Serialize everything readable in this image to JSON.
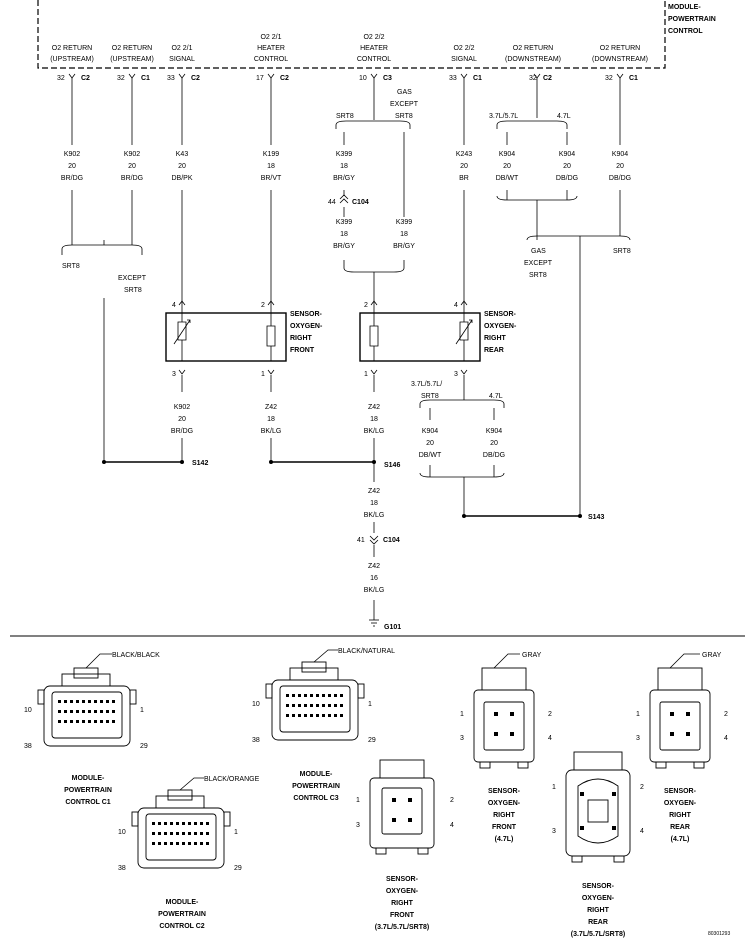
{
  "module_title": [
    "MODULE-",
    "POWERTRAIN",
    "CONTROL"
  ],
  "pins": [
    {
      "label": [
        "O2 RETURN",
        "(UPSTREAM)"
      ],
      "pin": "32",
      "conn": "C2",
      "wire": "K902",
      "gauge": "20",
      "color": "BR/DG"
    },
    {
      "label": [
        "O2 RETURN",
        "(UPSTREAM)"
      ],
      "pin": "32",
      "conn": "C1",
      "wire": "K902",
      "gauge": "20",
      "color": "BR/DG"
    },
    {
      "label": [
        "O2 2/1",
        "SIGNAL"
      ],
      "pin": "33",
      "conn": "C2",
      "wire": "K43",
      "gauge": "20",
      "color": "DB/PK"
    },
    {
      "label": [
        "O2 2/1",
        "HEATER",
        "CONTROL"
      ],
      "pin": "17",
      "conn": "C2",
      "wire": "K199",
      "gauge": "18",
      "color": "BR/VT"
    },
    {
      "label": [
        "O2 2/2",
        "HEATER",
        "CONTROL"
      ],
      "pin": "10",
      "conn": "C3"
    },
    {
      "label": [
        "O2 2/2",
        "SIGNAL"
      ],
      "pin": "33",
      "conn": "C1",
      "wire": "K243",
      "gauge": "20",
      "color": "BR"
    },
    {
      "label": [
        "O2 RETURN",
        "(DOWNSTREAM)"
      ],
      "pin": "32",
      "conn": "C2"
    },
    {
      "label": [
        "O2 RETURN",
        "(DOWNSTREAM)"
      ],
      "pin": "32",
      "conn": "C1",
      "wire": "K904",
      "gauge": "20",
      "color": "DB/DG"
    }
  ],
  "branch": {
    "srt8": "SRT8",
    "gas_except_srt8": [
      "GAS",
      "EXCEPT",
      "SRT8"
    ],
    "except_srt8": [
      "EXCEPT",
      "SRT8"
    ],
    "v3757": "3.7L/5.7L",
    "v47": "4.7L",
    "v375_srt8": [
      "3.7L/5.7L/",
      "SRT8"
    ]
  },
  "wires": {
    "k399_top_a": [
      "K399",
      "18",
      "BR/GY"
    ],
    "k399_low_a": [
      "K399",
      "18",
      "BR/GY"
    ],
    "k399_low_b": [
      "K399",
      "18",
      "BR/GY"
    ],
    "k904_dbwt": [
      "K904",
      "20",
      "DB/WT"
    ],
    "k904_dbdg": [
      "K904",
      "20",
      "DB/DG"
    ],
    "k902_low": [
      "K902",
      "20",
      "BR/DG"
    ],
    "z42_a": [
      "Z42",
      "18",
      "BK/LG"
    ],
    "z42_b": [
      "Z42",
      "18",
      "BK/LG"
    ],
    "z42_c": [
      "Z42",
      "18",
      "BK/LG"
    ],
    "z42_d": [
      "Z42",
      "16",
      "BK/LG"
    ],
    "k904_low_dbwt": [
      "K904",
      "20",
      "DB/WT"
    ],
    "k904_low_dbdg": [
      "K904",
      "20",
      "DB/DG"
    ]
  },
  "inline": {
    "c104a_pin": "44",
    "c104a": "C104",
    "c104b_pin": "41",
    "c104b": "C104"
  },
  "sensors": {
    "front_label": [
      "SENSOR-",
      "OXYGEN-",
      "RIGHT",
      "FRONT"
    ],
    "rear_label": [
      "SENSOR-",
      "OXYGEN-",
      "RIGHT",
      "REAR"
    ],
    "pin4": "4",
    "pin3": "3",
    "pin2": "2",
    "pin1": "1"
  },
  "splices": {
    "s142": "S142",
    "s146": "S146",
    "s143": "S143",
    "g101": "G101"
  },
  "connectors": [
    {
      "color": "BLACK/BLACK",
      "name": [
        "MODULE-",
        "POWERTRAIN",
        "CONTROL C1"
      ],
      "pins": [
        "10",
        "1",
        "38",
        "29"
      ]
    },
    {
      "color": "BLACK/ORANGE",
      "name": [
        "MODULE-",
        "POWERTRAIN",
        "CONTROL C2"
      ],
      "pins": [
        "10",
        "1",
        "38",
        "29"
      ]
    },
    {
      "color": "BLACK/NATURAL",
      "name": [
        "MODULE-",
        "POWERTRAIN",
        "CONTROL C3"
      ],
      "pins": [
        "10",
        "1",
        "38",
        "29"
      ]
    },
    {
      "color": "GRAY",
      "name": [
        "SENSOR-",
        "OXYGEN-",
        "RIGHT",
        "FRONT",
        "(4.7L)"
      ],
      "pins": [
        "1",
        "2",
        "3",
        "4"
      ]
    },
    {
      "name": [
        "SENSOR-",
        "OXYGEN-",
        "RIGHT",
        "FRONT",
        "(3.7L/5.7L/SRT8)"
      ],
      "pins": [
        "1",
        "2",
        "3",
        "4"
      ]
    },
    {
      "name": [
        "SENSOR-",
        "OXYGEN-",
        "RIGHT",
        "REAR",
        "(3.7L/5.7L/SRT8)"
      ],
      "pins": [
        "1",
        "2",
        "3",
        "4"
      ]
    },
    {
      "color": "GRAY",
      "name": [
        "SENSOR-",
        "OXYGEN-",
        "RIGHT",
        "REAR",
        "(4.7L)"
      ],
      "pins": [
        "1",
        "2",
        "3",
        "4"
      ]
    }
  ],
  "figure_id": "80301293"
}
